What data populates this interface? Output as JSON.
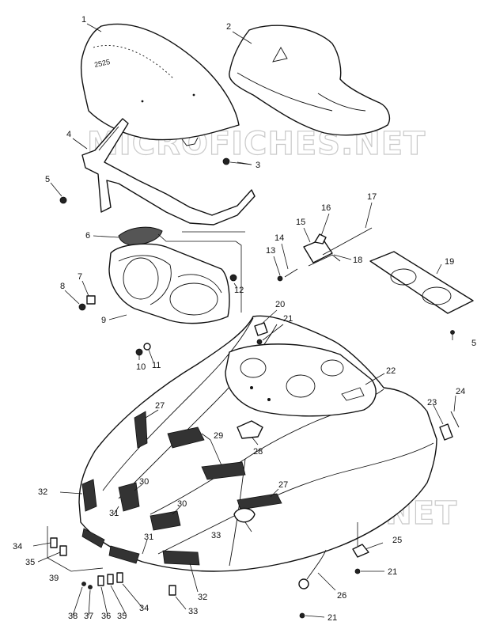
{
  "watermark": {
    "text": "MICROFICHES.NET"
  },
  "callouts": {
    "c1": "1",
    "c2": "2",
    "c3": "3",
    "c4": "4",
    "c5a": "5",
    "c5b": "5",
    "c6": "6",
    "c7": "7",
    "c8": "8",
    "c9": "9",
    "c10": "10",
    "c11": "11",
    "c12": "12",
    "c13": "13",
    "c14": "14",
    "c15": "15",
    "c16": "16",
    "c17": "17",
    "c18": "18",
    "c19": "19",
    "c20": "20",
    "c21a": "21",
    "c21b": "21",
    "c21c": "21",
    "c22": "22",
    "c23": "23",
    "c24": "24",
    "c25": "25",
    "c26": "26",
    "c27a": "27",
    "c27b": "27",
    "c28": "28",
    "c29": "29",
    "c30a": "30",
    "c30b": "30",
    "c31a": "31",
    "c31b": "31",
    "c32a": "32",
    "c32b": "32",
    "c33a": "33",
    "c33b": "33",
    "c34a": "34",
    "c34b": "34",
    "c35a": "35",
    "c35b": "35",
    "c36": "36",
    "c37": "37",
    "c38": "38",
    "c39": "39"
  },
  "windshield_marking": "2525"
}
